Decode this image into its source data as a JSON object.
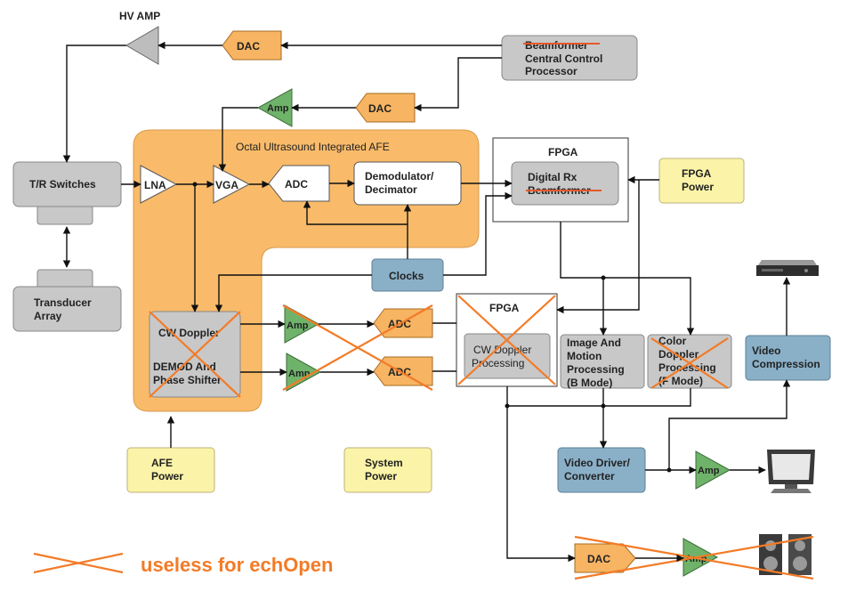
{
  "blocks": {
    "hv_amp": "HV AMP",
    "dac": "DAC",
    "amp": "Amp",
    "adc": "ADC",
    "lna": "LNA",
    "vga": "VGA",
    "beamformer_line1": "Beamformer",
    "beamformer_line2": "Central Control",
    "beamformer_line3": "Processor",
    "afe_title": "Octal Ultrasound Integrated AFE",
    "tr_switches": "T/R Switches",
    "transducer_line1": "Transducer",
    "transducer_line2": "Array",
    "demod_line1": "Demodulator/",
    "demod_line2": "Decimator",
    "fpga": "FPGA",
    "digital_rx_line1": "Digital Rx",
    "digital_rx_line2": "Beamformer",
    "fpga_power_line1": "FPGA",
    "fpga_power_line2": "Power",
    "clocks": "Clocks",
    "cw_doppler": "CW Doppler",
    "demod_phase_line1": "DEMOD And",
    "demod_phase_line2": "Phase Shifter",
    "cw_proc_line1": "CW Doppler",
    "cw_proc_line2": "Processing",
    "image_line1": "Image And",
    "image_line2": "Motion",
    "image_line3": "Processing",
    "image_line4": "(B Mode)",
    "color_line1": "Color",
    "color_line2": "Doppler",
    "color_line3": "Processing",
    "color_line4": "(F Mode)",
    "video_comp_line1": "Video",
    "video_comp_line2": "Compression",
    "afe_power_line1": "AFE",
    "afe_power_line2": "Power",
    "system_power_line1": "System",
    "system_power_line2": "Power",
    "video_driver_line1": "Video Driver/",
    "video_driver_line2": "Converter"
  },
  "legend": {
    "text": "useless for echOpen",
    "color": "#f37b27"
  },
  "colors": {
    "afe_fill": "#f9bb6a",
    "gray_block": "#c8c8c8",
    "blue_block": "#8ab0c8",
    "yellow_block": "#fbf4a8",
    "green_amp": "#6fb36a",
    "cross_orange": "#f37b27"
  }
}
